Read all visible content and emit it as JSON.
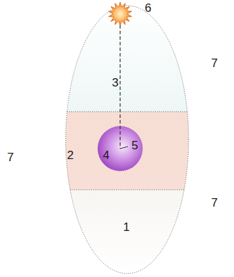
{
  "diagram": {
    "nodes": [
      {
        "text": [
          "3"
        ]
      },
      {
        "text": [
          "2"
        ]
      },
      {
        "text": [
          "1"
        ]
      },
      {
        "text": [
          "4",
          "5"
        ],
        "in": 1
      }
    ],
    "labels": [
      "6",
      "7",
      "7",
      "7"
    ]
  }
}
